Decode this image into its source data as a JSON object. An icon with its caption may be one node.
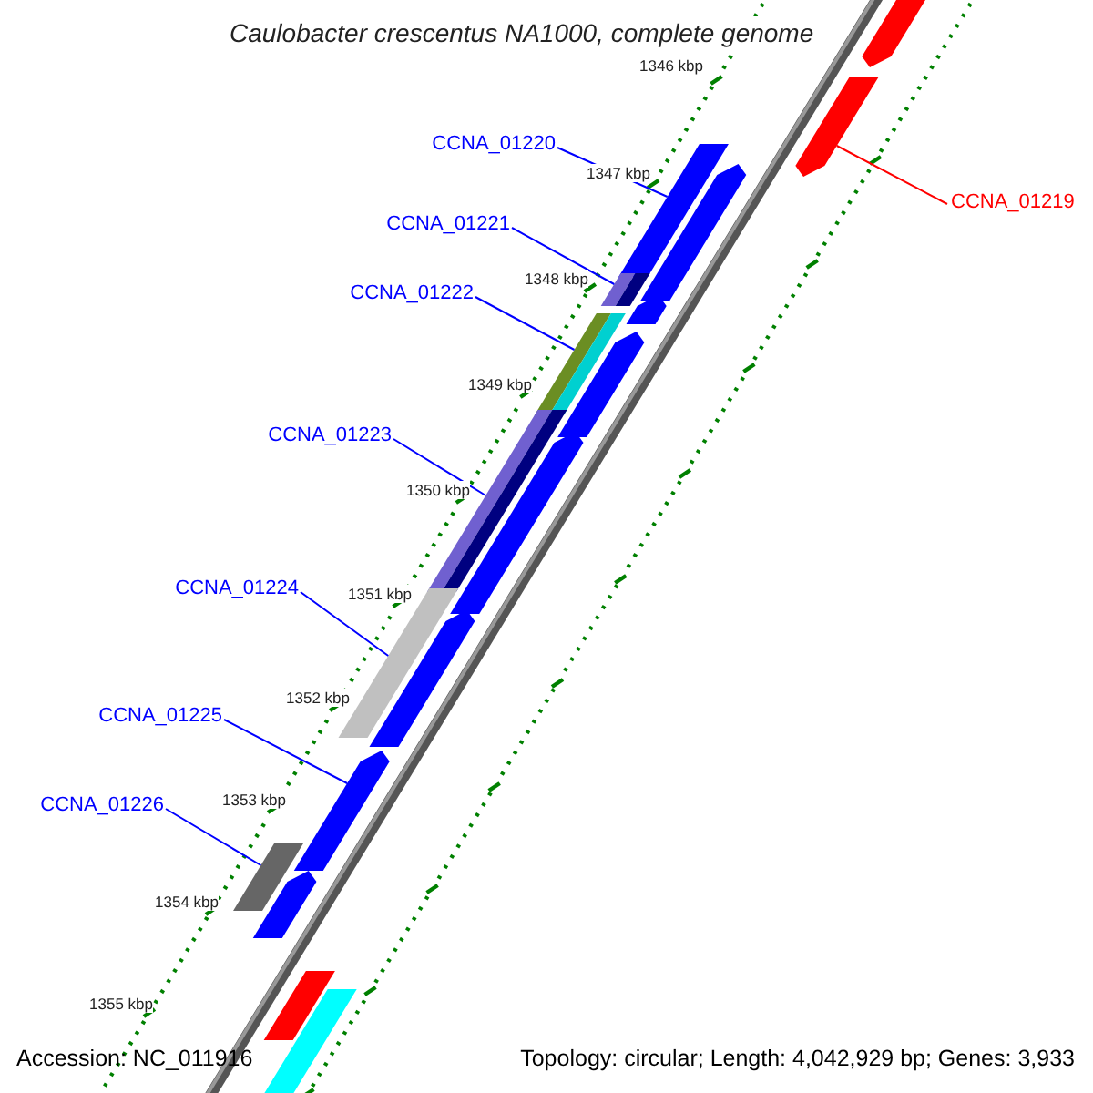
{
  "diagram": {
    "title": "Caulobacter crescentus NA1000, complete genome",
    "nodes": [
      {
        "text": [
          "CCNA_01220"
        ]
      },
      {
        "text": [
          "CCNA_01219"
        ]
      },
      {
        "text": [
          "CCNA_01221"
        ]
      },
      {
        "text": [
          "CCNA_01222"
        ]
      },
      {
        "text": [
          "CCNA_01223"
        ]
      },
      {
        "text": [
          "CCNA_01224"
        ]
      },
      {
        "text": [
          "CCNA_01225"
        ]
      },
      {
        "text": [
          "CCNA_01226"
        ]
      },
      {
        "text": [],
        "shape": "bar"
      },
      {
        "text": [],
        "shape": "bar"
      },
      {
        "text": [],
        "shape": "bar"
      },
      {
        "text": [],
        "shape": "bar"
      },
      {
        "text": [],
        "shape": "bar"
      },
      {
        "text": [],
        "shape": "bar"
      },
      {
        "text": [],
        "shape": "bar"
      },
      {
        "text": [],
        "shape": "bar"
      },
      {
        "text": [],
        "shape": "bar"
      },
      {
        "text": [],
        "shape": "bar"
      },
      {
        "text": [],
        "shape": "bar"
      },
      {
        "text": [],
        "shape": "bar"
      },
      {
        "text": [],
        "shape": "bar"
      },
      {
        "text": [],
        "shape": "bar"
      },
      {
        "text": [],
        "shape": "bar"
      },
      {
        "text": [],
        "shape": "bar"
      },
      {
        "text": [],
        "shape": "bar"
      }
    ],
    "edges": [
      {
        "from": 0,
        "to": 10,
        "arrow": "none"
      },
      {
        "from": 1,
        "to": 9,
        "arrow": "none",
        "color": "#ff0000"
      },
      {
        "from": 2,
        "to": 12,
        "arrow": "none"
      },
      {
        "from": 3,
        "to": 14,
        "arrow": "none"
      },
      {
        "from": 4,
        "to": 16,
        "arrow": "none"
      },
      {
        "from": 5,
        "to": 18,
        "arrow": "none"
      },
      {
        "from": 6,
        "to": 20,
        "arrow": "none"
      },
      {
        "from": 7,
        "to": 21,
        "arrow": "none"
      }
    ],
    "labels": [
      "1346 kbp",
      "1347 kbp",
      "1348 kbp",
      "1349 kbp",
      "1350 kbp",
      "1351 kbp",
      "1352 kbp",
      "1353 kbp",
      "1354 kbp",
      "1355 kbp",
      "Accession: NC_011916",
      "Topology: circular; Length: 4,042,929 bp; Genes: 3,933"
    ]
  }
}
